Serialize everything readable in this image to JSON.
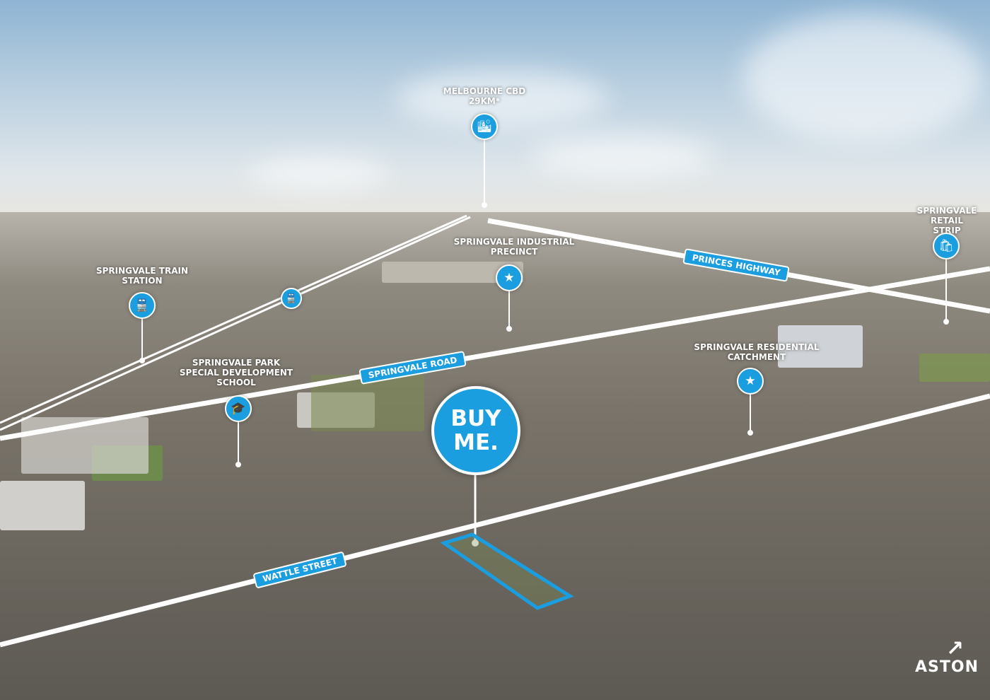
{
  "markers": {
    "cbd": {
      "label": "MELBOURNE CBD\n29KM*",
      "icon": "city-buildings-icon"
    },
    "train_station": {
      "label": "SPRINGVALE TRAIN\nSTATION",
      "icon": "train-icon"
    },
    "industrial": {
      "label": "SPRINGVALE INDUSTRIAL\nPRECINCT",
      "icon": "star-pin-icon"
    },
    "retail": {
      "label": "SPRINGVALE\nRETAIL STRIP",
      "icon": "shopping-bag-icon"
    },
    "school": {
      "label": "SPRINGVALE PARK\nSPECIAL DEVELOPMENT\nSCHOOL",
      "icon": "graduation-cap-icon"
    },
    "residential": {
      "label": "SPRINGVALE RESIDENTIAL\nCATCHMENT",
      "icon": "star-pin-icon"
    }
  },
  "roads": {
    "princes": "PRINCES HIGHWAY",
    "springvale": "SPRINGVALE ROAD",
    "wattle": "WATTLE STREET"
  },
  "callout": "BUY\nME.",
  "logo": "ASTON",
  "colors": {
    "accent": "#1a9ee0"
  }
}
